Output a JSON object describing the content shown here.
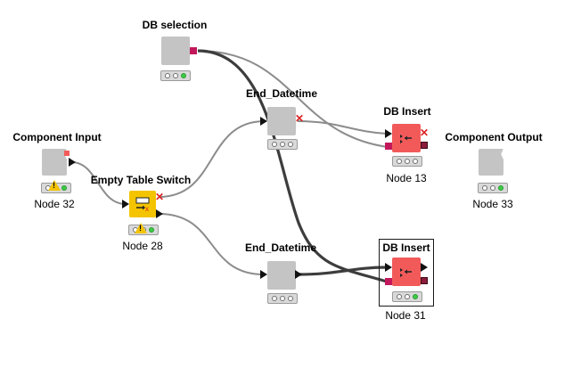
{
  "workflow": {
    "nodes": {
      "db_selection": {
        "title": "DB selection"
      },
      "end_datetime_top": {
        "title": "End_Datetime"
      },
      "db_insert_top": {
        "title": "DB Insert",
        "label": "Node 13"
      },
      "component_input": {
        "title": "Component Input",
        "label": "Node 32"
      },
      "empty_table_switch": {
        "title": "Empty Table Switch",
        "label": "Node 28"
      },
      "component_output": {
        "title": "Component Output",
        "label": "Node 33"
      },
      "end_datetime_bottom": {
        "title": "End_Datetime"
      },
      "db_insert_bottom": {
        "title": "DB Insert",
        "label": "Node 31"
      }
    },
    "warning_glyph": "!",
    "inactive_port_glyph": "✕"
  },
  "colors": {
    "gray_node": "#c4c4c4",
    "yellow_node": "#f4c400",
    "red_node": "#f25a5a",
    "db_port": "#c2185b",
    "traffic_green": "#3ccd45"
  }
}
